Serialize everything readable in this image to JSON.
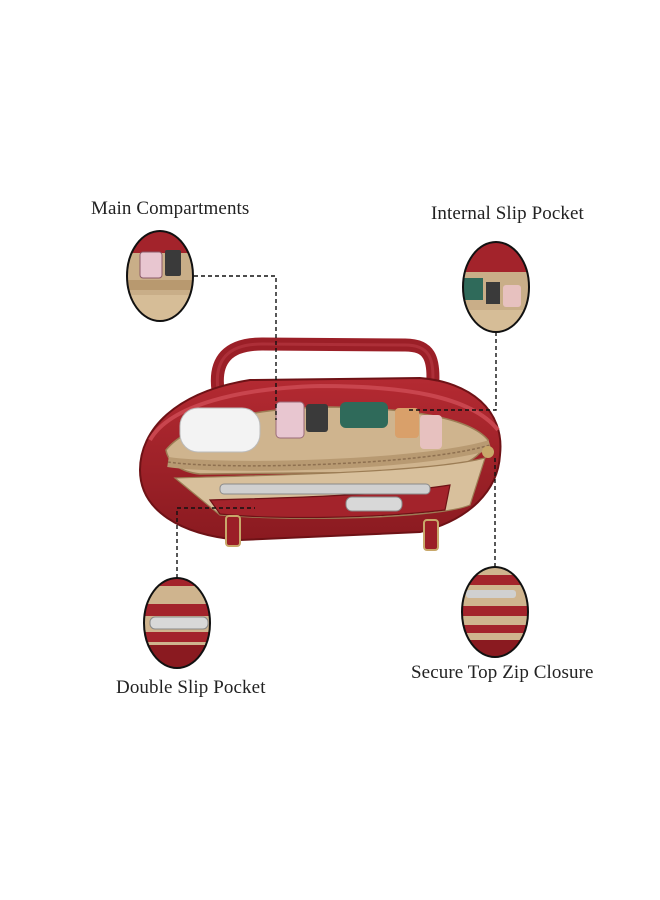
{
  "callouts": {
    "main_compartments": "Main Compartments",
    "internal_slip_pocket": "Internal Slip Pocket",
    "double_slip_pocket": "Double Slip Pocket",
    "secure_top_zip_closure": "Secure Top Zip Closure"
  },
  "colors": {
    "leather": "#a3232b",
    "leather_dark": "#7d1519",
    "lining": "#cfb48e",
    "lining_dark": "#b89a72",
    "leader_line": "#111111",
    "label_text": "#222222"
  }
}
